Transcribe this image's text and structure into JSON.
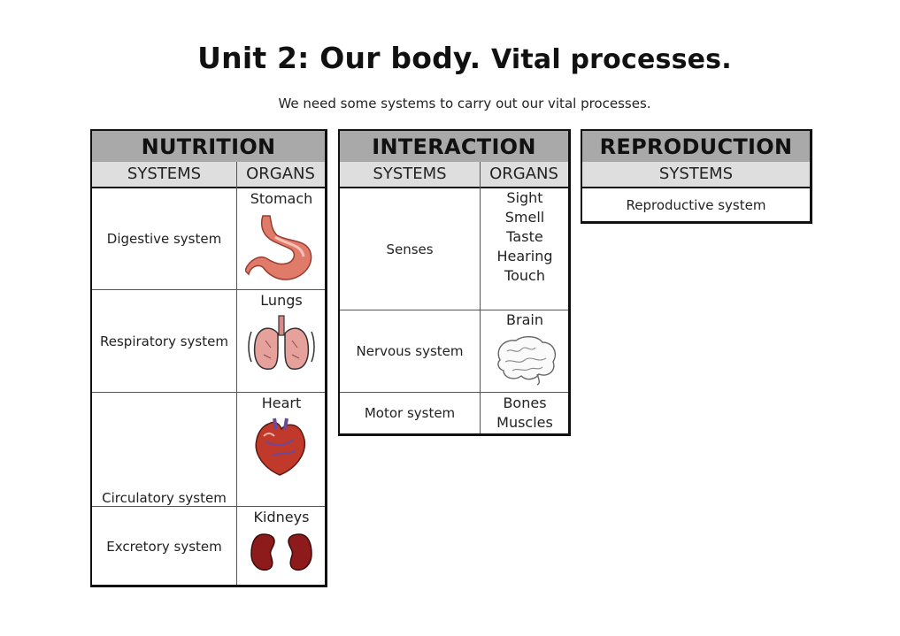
{
  "page": {
    "title_main": "Unit 2: Our body.",
    "title_rest": "Vital processes.",
    "subtitle": "We need some systems to carry out our vital processes."
  },
  "nutrition": {
    "header": "NUTRITION",
    "col_systems": "SYSTEMS",
    "col_organs": "ORGANS",
    "rows": [
      {
        "system": "Digestive system",
        "organ": "Stomach",
        "icon": "stomach-icon"
      },
      {
        "system": "Respiratory system",
        "organ": "Lungs",
        "icon": "lungs-icon"
      },
      {
        "system": "Circulatory system",
        "organ": "Heart",
        "icon": "heart-icon"
      },
      {
        "system": "Excretory system",
        "organ": "Kidneys",
        "icon": "kidneys-icon"
      }
    ]
  },
  "interaction": {
    "header": "INTERACTION",
    "col_systems": "SYSTEMS",
    "col_organs": "ORGANS",
    "rows": [
      {
        "system": "Senses",
        "organs": [
          "Sight",
          "Smell",
          "Taste",
          "Hearing",
          "Touch"
        ]
      },
      {
        "system": "Nervous system",
        "organs": [
          "Brain"
        ],
        "icon": "brain-icon"
      },
      {
        "system": "Motor system",
        "organs": [
          "Bones",
          "Muscles"
        ]
      }
    ]
  },
  "reproduction": {
    "header": "REPRODUCTION",
    "col_systems": "SYSTEMS",
    "rows": [
      {
        "system": "Reproductive system"
      }
    ]
  },
  "colors": {
    "header_bg": "#a9a9a9",
    "subheader_bg": "#dedede",
    "organ_red": "#c0392b"
  }
}
